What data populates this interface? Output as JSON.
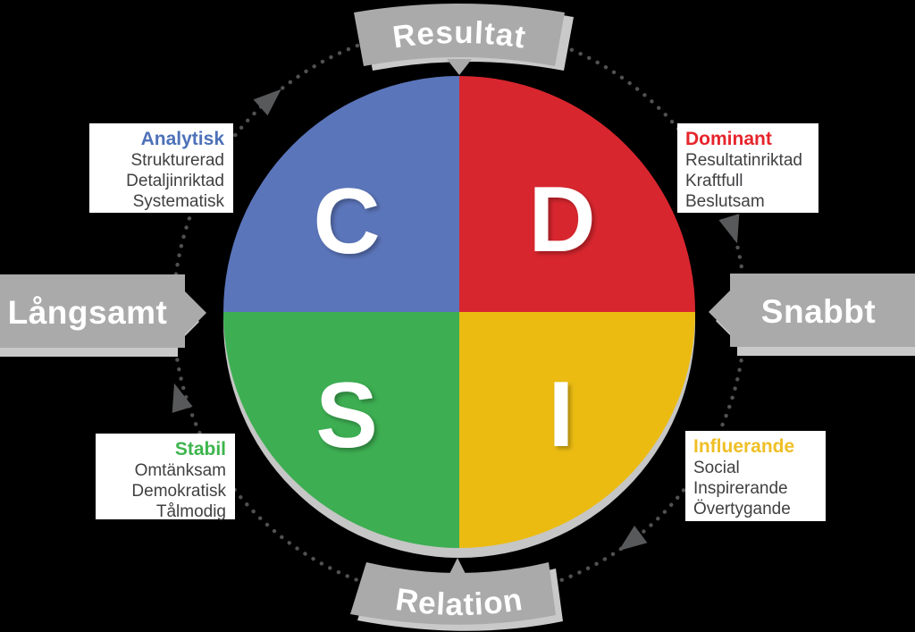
{
  "background_color": "#000000",
  "wheel": {
    "quadrants": [
      {
        "id": "c",
        "letter": "C",
        "color": "#5b75ba"
      },
      {
        "id": "d",
        "letter": "D",
        "color": "#d8262e"
      },
      {
        "id": "s",
        "letter": "S",
        "color": "#3dae52"
      },
      {
        "id": "i",
        "letter": "I",
        "color": "#ebbb12"
      }
    ],
    "rim_color": "#c5c6c5",
    "letter_color": "#ffffff"
  },
  "ring": {
    "dot_color": "#505152",
    "arrow_color": "#58595a",
    "direction": "clockwise"
  },
  "banners": {
    "color": "#a9aaa9",
    "shadow_color": "#c9c9c9",
    "text_color": "#ffffff",
    "top": {
      "label": "Resultat"
    },
    "right": {
      "label": "Snabbt"
    },
    "bottom": {
      "label": "Relation"
    },
    "left": {
      "label": "Långsamt"
    }
  },
  "labels": [
    {
      "id": "analytisk",
      "title": "Analytisk",
      "title_color": "#4d71b8",
      "traits": [
        "Strukturerad",
        "Detaljinriktad",
        "Systematisk"
      ]
    },
    {
      "id": "dominant",
      "title": "Dominant",
      "title_color": "#e6252b",
      "traits": [
        "Resultatinriktad",
        "Kraftfull",
        "Beslutsam"
      ]
    },
    {
      "id": "stabil",
      "title": "Stabil",
      "title_color": "#3eb54e",
      "traits": [
        "Omtänksam",
        "Demokratisk",
        "Tålmodig"
      ]
    },
    {
      "id": "influerande",
      "title": "Influerande",
      "title_color": "#efbf26",
      "traits": [
        "Social",
        "Inspirerande",
        "Övertygande"
      ]
    }
  ]
}
